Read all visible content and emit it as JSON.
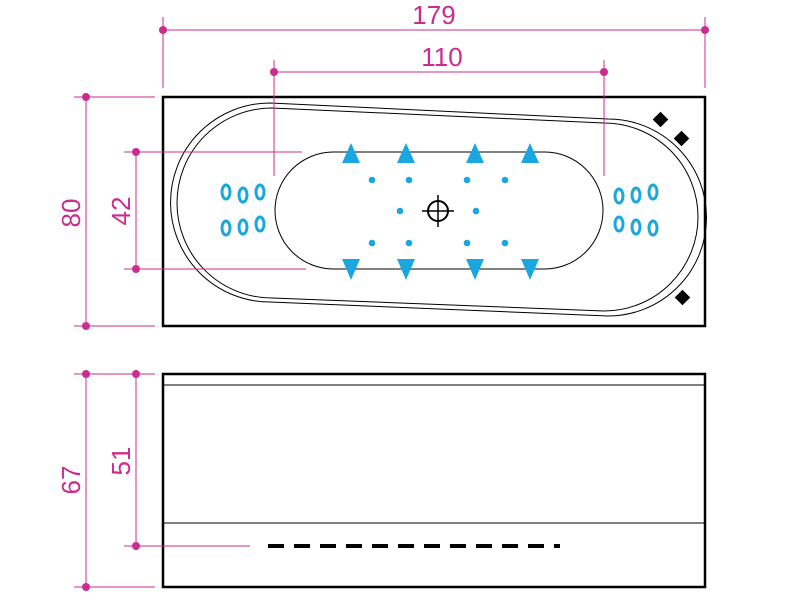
{
  "dimensions": {
    "total_length": "179",
    "inner_length": "110",
    "total_width": "80",
    "inner_width": "42",
    "total_height": "67",
    "inner_height": "51"
  },
  "colors": {
    "dimension": "#cc2b8f",
    "outline": "#000000",
    "jet": "#1aa7e0",
    "background": "#ffffff"
  },
  "icons": {
    "jet_nozzle": "triangle-jet-icon",
    "air_jet": "oval-air-jet-icon",
    "micro_jet": "dot-icon",
    "drain": "drain-circle-icon",
    "control": "diamond-control-icon"
  }
}
